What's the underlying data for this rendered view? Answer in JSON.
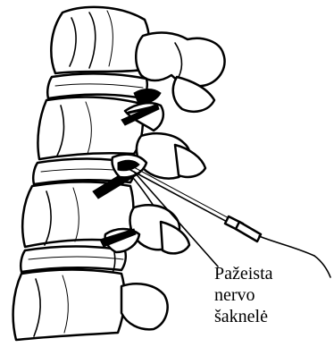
{
  "figure": {
    "subject_icon": "spine-vertebrae-illustration",
    "instrument_icon": "injection-needle",
    "ink_color": "#000000",
    "background_color": "#ffffff"
  },
  "annotation": {
    "lines": [
      "Pažeista",
      "nervo",
      "šaknelė"
    ]
  }
}
